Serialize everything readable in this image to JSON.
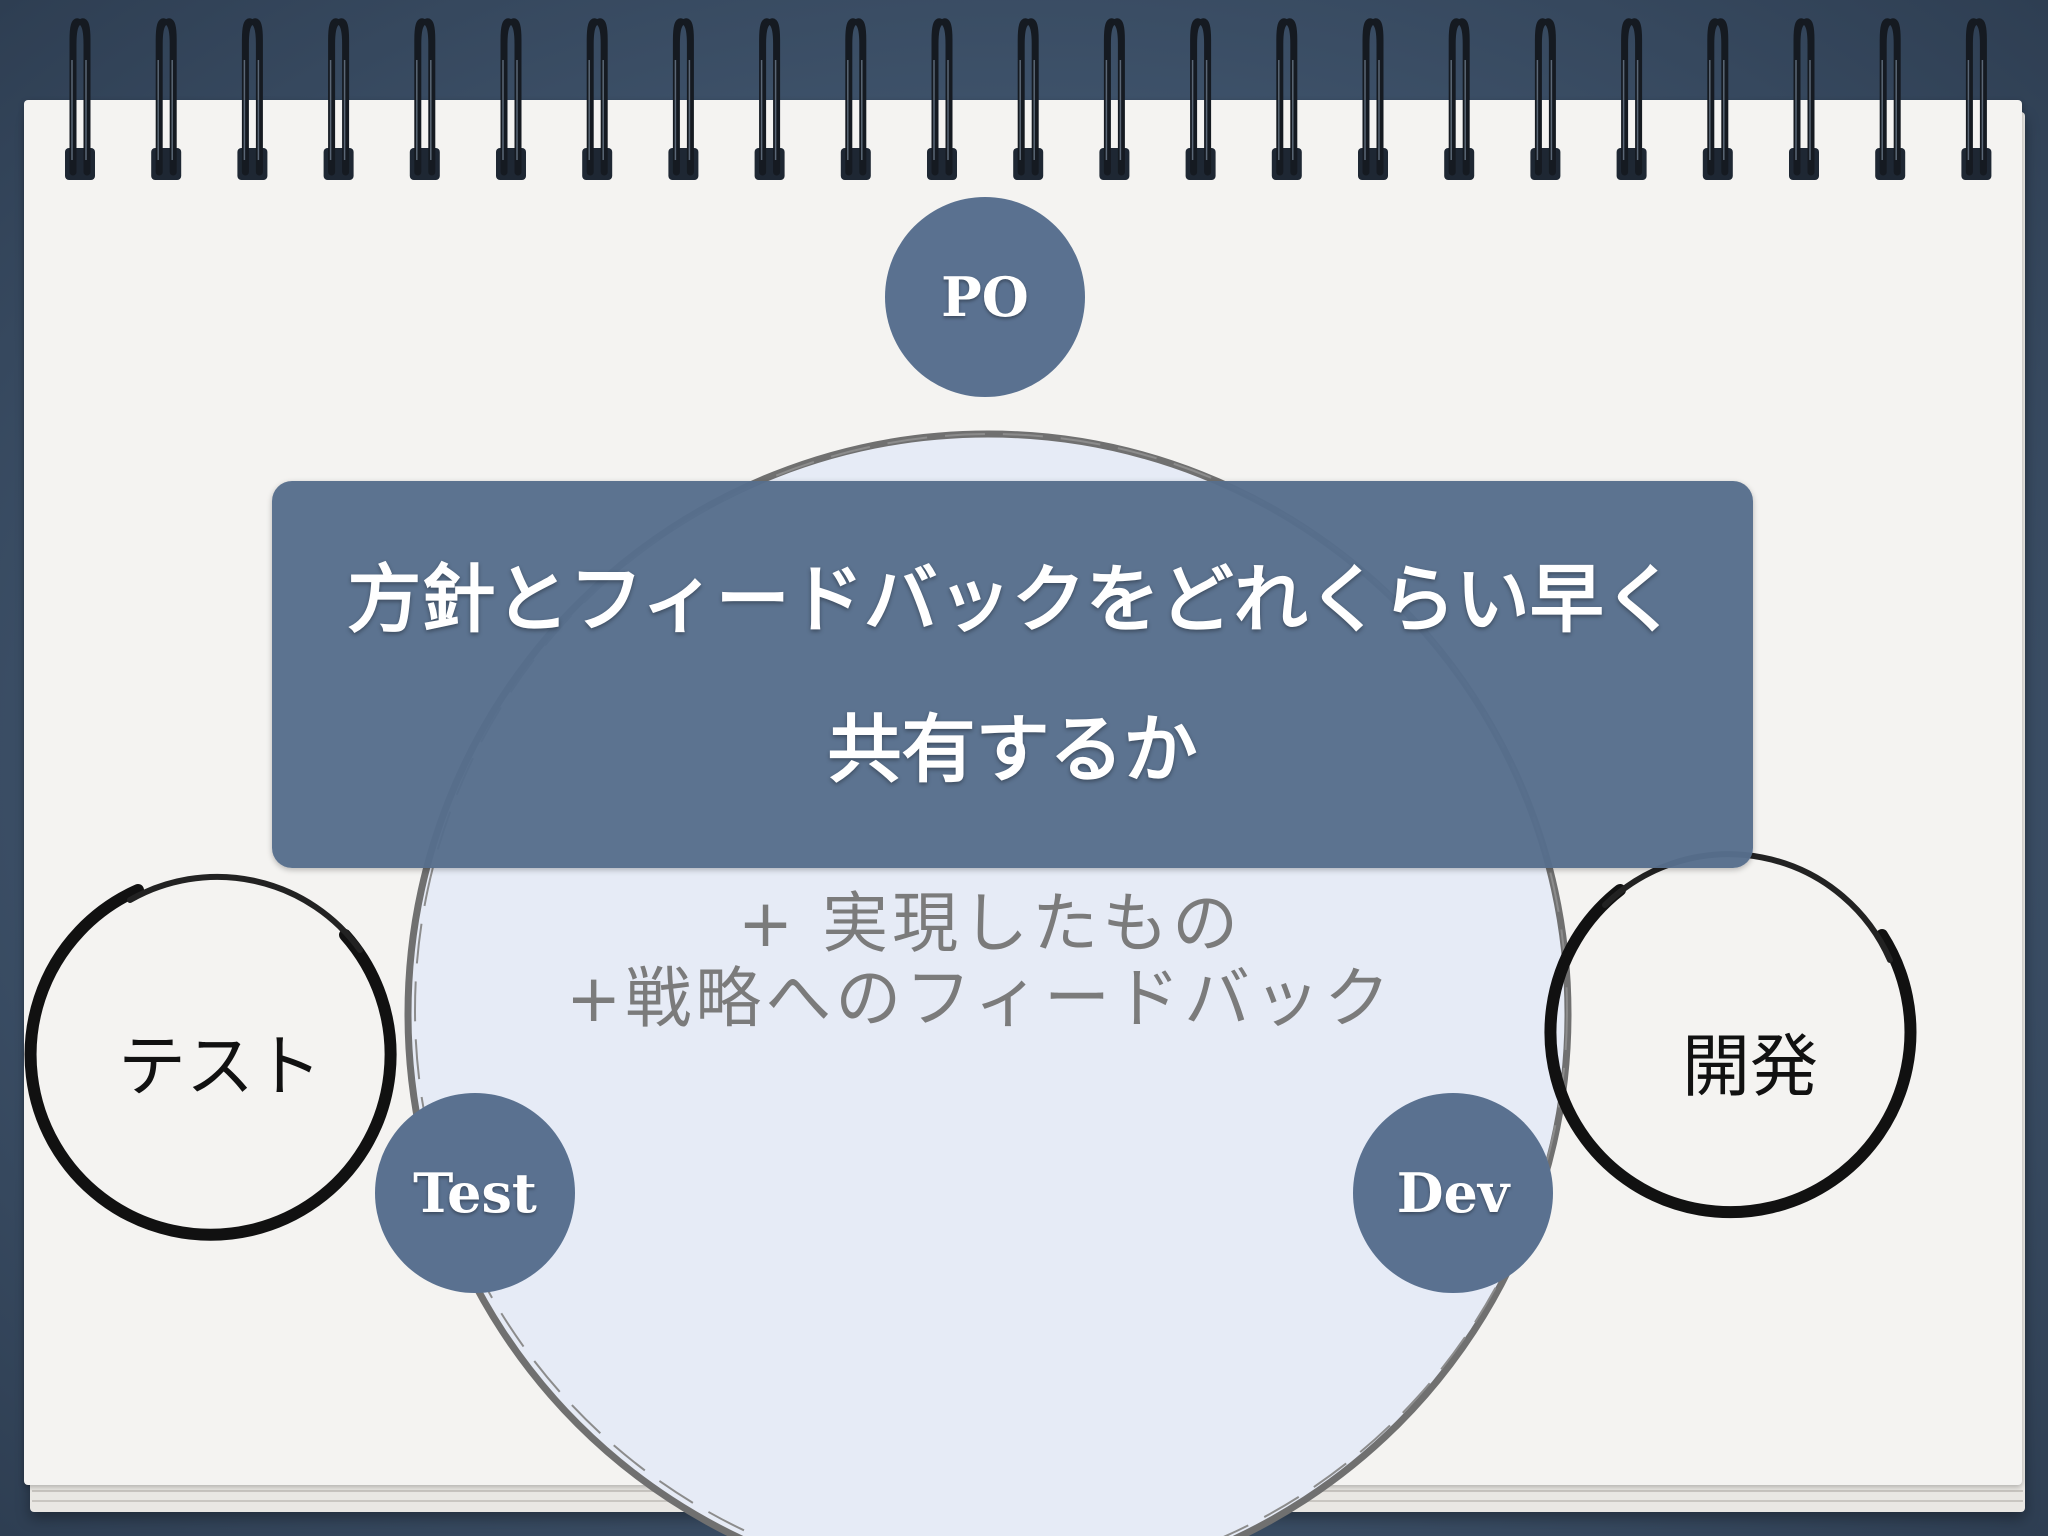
{
  "title": {
    "line1": "方針とフィードバックをどれくらい早く",
    "line2": "共有するか"
  },
  "nodes": {
    "po": "PO",
    "test": "Test",
    "dev": "Dev"
  },
  "center": {
    "line1": "+ 実現したもの",
    "line2": "+戦略へのフィードバック"
  },
  "sides": {
    "left": "テスト",
    "right": "開発"
  },
  "colors": {
    "node_fill": "#5a7190",
    "circle_fill": "#e6ebf6",
    "circle_stroke": "#707070",
    "title_box": "#576e8c",
    "background": "#3d5068",
    "paper": "#f4f3f1"
  }
}
